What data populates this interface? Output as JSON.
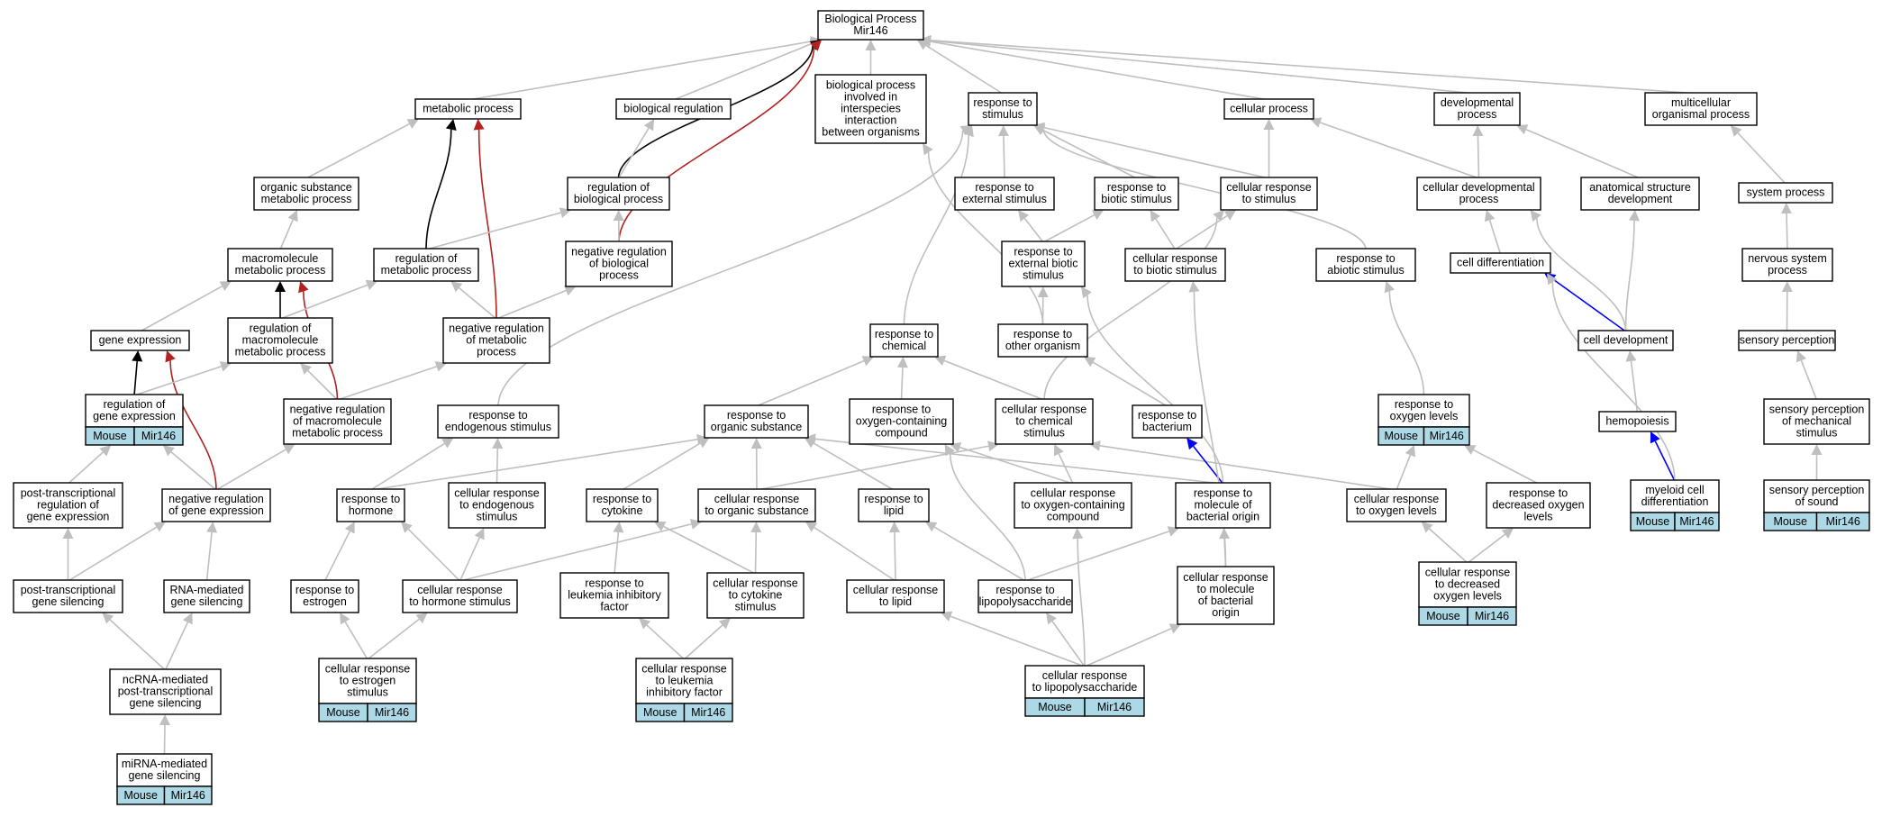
{
  "colors": {
    "edge_default": "#bfbfbf",
    "edge_black": "#000000",
    "edge_red": "#b22222",
    "edge_blue": "#0000ff",
    "annotation_fill": "#add8e6"
  },
  "nodes": {
    "bp": {
      "lines": [
        "Biological Process",
        "Mir146"
      ]
    },
    "metabolic": {
      "lines": [
        "metabolic process"
      ]
    },
    "bioreg": {
      "lines": [
        "biological regulation"
      ]
    },
    "interspecies": {
      "lines": [
        "biological process",
        "involved in",
        "interspecies",
        "interaction",
        "between organisms"
      ]
    },
    "resp_stim": {
      "lines": [
        "response to",
        "stimulus"
      ]
    },
    "cellular_proc": {
      "lines": [
        "cellular process"
      ]
    },
    "dev_proc": {
      "lines": [
        "developmental",
        "process"
      ]
    },
    "multicell": {
      "lines": [
        "multicellular",
        "organismal process"
      ]
    },
    "org_sub_met": {
      "lines": [
        "organic substance",
        "metabolic process"
      ]
    },
    "reg_bio": {
      "lines": [
        "regulation of",
        "biological process"
      ]
    },
    "resp_ext": {
      "lines": [
        "response to",
        "external stimulus"
      ]
    },
    "resp_biotic": {
      "lines": [
        "response to",
        "biotic stimulus"
      ]
    },
    "cell_resp_stim": {
      "lines": [
        "cellular response",
        "to stimulus"
      ]
    },
    "cell_dev_proc": {
      "lines": [
        "cellular developmental",
        "process"
      ]
    },
    "anat_dev": {
      "lines": [
        "anatomical structure",
        "development"
      ]
    },
    "system_proc": {
      "lines": [
        "system process"
      ]
    },
    "macro_met": {
      "lines": [
        "macromolecule",
        "metabolic process"
      ]
    },
    "reg_met": {
      "lines": [
        "regulation of",
        "metabolic process"
      ]
    },
    "neg_reg_bio": {
      "lines": [
        "negative regulation",
        "of biological",
        "process"
      ]
    },
    "resp_ext_biotic": {
      "lines": [
        "response to",
        "external biotic",
        "stimulus"
      ]
    },
    "cell_resp_biotic": {
      "lines": [
        "cellular response",
        "to biotic stimulus"
      ]
    },
    "resp_abiotic": {
      "lines": [
        "response to",
        "abiotic stimulus"
      ]
    },
    "cell_diff": {
      "lines": [
        "cell differentiation"
      ]
    },
    "nervous_sys": {
      "lines": [
        "nervous system",
        "process"
      ]
    },
    "gene_expr": {
      "lines": [
        "gene expression"
      ]
    },
    "reg_macro_met": {
      "lines": [
        "regulation of",
        "macromolecule",
        "metabolic process"
      ]
    },
    "neg_reg_met": {
      "lines": [
        "negative regulation",
        "of metabolic",
        "process"
      ]
    },
    "resp_chem": {
      "lines": [
        "response to",
        "chemical"
      ]
    },
    "resp_other_org": {
      "lines": [
        "response to",
        "other organism"
      ]
    },
    "cell_dev": {
      "lines": [
        "cell development"
      ]
    },
    "sensory_perc": {
      "lines": [
        "sensory perception"
      ]
    },
    "reg_gene_expr": {
      "lines": [
        "regulation of",
        "gene expression"
      ],
      "annotation": [
        "Mouse",
        "Mir146"
      ]
    },
    "neg_reg_macro": {
      "lines": [
        "negative regulation",
        "of macromolecule",
        "metabolic process"
      ]
    },
    "resp_endo": {
      "lines": [
        "response to",
        "endogenous stimulus"
      ]
    },
    "resp_org_sub": {
      "lines": [
        "response to",
        "organic substance"
      ]
    },
    "resp_oxy_comp": {
      "lines": [
        "response to",
        "oxygen-containing",
        "compound"
      ]
    },
    "cell_resp_chem": {
      "lines": [
        "cellular response",
        "to chemical",
        "stimulus"
      ]
    },
    "resp_bacterium": {
      "lines": [
        "response to",
        "bacterium"
      ]
    },
    "resp_oxy_levels": {
      "lines": [
        "response to",
        "oxygen levels"
      ],
      "annotation": [
        "Mouse",
        "Mir146"
      ]
    },
    "hemopoiesis": {
      "lines": [
        "hemopoiesis"
      ]
    },
    "sens_mech": {
      "lines": [
        "sensory perception",
        "of mechanical",
        "stimulus"
      ]
    },
    "post_trans_reg": {
      "lines": [
        "post-transcriptional",
        "regulation of",
        "gene expression"
      ]
    },
    "neg_reg_gene": {
      "lines": [
        "negative regulation",
        "of gene expression"
      ]
    },
    "resp_hormone": {
      "lines": [
        "response to",
        "hormone"
      ]
    },
    "cell_resp_endo": {
      "lines": [
        "cellular response",
        "to endogenous",
        "stimulus"
      ]
    },
    "resp_cytokine": {
      "lines": [
        "response to",
        "cytokine"
      ]
    },
    "cell_resp_org_sub": {
      "lines": [
        "cellular response",
        "to organic substance"
      ]
    },
    "resp_lipid": {
      "lines": [
        "response to",
        "lipid"
      ]
    },
    "cell_resp_oxy_comp": {
      "lines": [
        "cellular response",
        "to oxygen-containing",
        "compound"
      ]
    },
    "resp_mol_bact": {
      "lines": [
        "response to",
        "molecule of",
        "bacterial origin"
      ]
    },
    "cell_resp_oxy_lev": {
      "lines": [
        "cellular response",
        "to oxygen levels"
      ]
    },
    "resp_dec_oxy": {
      "lines": [
        "response to",
        "decreased oxygen",
        "levels"
      ]
    },
    "myeloid": {
      "lines": [
        "myeloid cell",
        "differentiation"
      ],
      "annotation": [
        "Mouse",
        "Mir146"
      ]
    },
    "sens_sound": {
      "lines": [
        "sensory perception",
        "of sound"
      ],
      "annotation": [
        "Mouse",
        "Mir146"
      ]
    },
    "post_trans_sil": {
      "lines": [
        "post-transcriptional",
        "gene silencing"
      ]
    },
    "rna_sil": {
      "lines": [
        "RNA-mediated",
        "gene silencing"
      ]
    },
    "resp_estrogen": {
      "lines": [
        "response to",
        "estrogen"
      ]
    },
    "cell_resp_hormone": {
      "lines": [
        "cellular response",
        "to hormone stimulus"
      ]
    },
    "resp_lif": {
      "lines": [
        "response to",
        "leukemia inhibitory",
        "factor"
      ]
    },
    "cell_resp_cytokine": {
      "lines": [
        "cellular response",
        "to cytokine",
        "stimulus"
      ]
    },
    "cell_resp_lipid": {
      "lines": [
        "cellular response",
        "to lipid"
      ]
    },
    "resp_lps": {
      "lines": [
        "response to",
        "lipopolysaccharide"
      ]
    },
    "cell_resp_mol_bact": {
      "lines": [
        "cellular response",
        "to molecule",
        "of bacterial",
        "origin"
      ]
    },
    "cell_resp_dec_oxy": {
      "lines": [
        "cellular response",
        "to decreased",
        "oxygen levels"
      ],
      "annotation": [
        "Mouse",
        "Mir146"
      ]
    },
    "ncrna_sil": {
      "lines": [
        "ncRNA-mediated",
        "post-transcriptional",
        "gene silencing"
      ]
    },
    "cell_resp_estrogen": {
      "lines": [
        "cellular response",
        "to estrogen",
        "stimulus"
      ],
      "annotation": [
        "Mouse",
        "Mir146"
      ]
    },
    "cell_resp_lif": {
      "lines": [
        "cellular response",
        "to leukemia",
        "inhibitory factor"
      ],
      "annotation": [
        "Mouse",
        "Mir146"
      ]
    },
    "cell_resp_lps": {
      "lines": [
        "cellular response",
        "to lipopolysaccharide"
      ],
      "annotation": [
        "Mouse",
        "Mir146"
      ]
    },
    "mirna_sil": {
      "lines": [
        "miRNA-mediated",
        "gene silencing"
      ],
      "annotation": [
        "Mouse",
        "Mir146"
      ]
    }
  }
}
